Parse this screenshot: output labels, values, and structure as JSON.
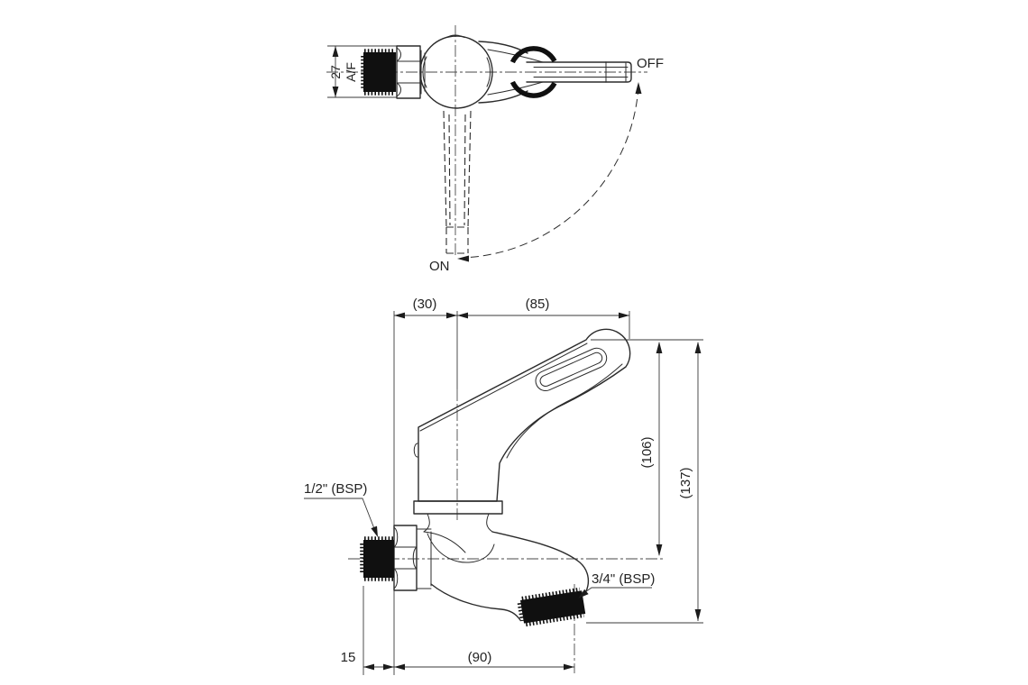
{
  "top_view": {
    "dim_af": "27",
    "dim_af_label": "A/F",
    "off_label": "OFF",
    "on_label": "ON"
  },
  "side_view": {
    "dim_body_offset": "(30)",
    "dim_handle_reach": "(85)",
    "dim_height_to_inlet_axis": "(106)",
    "dim_overall_height": "(137)",
    "dim_inlet_thread_length": "15",
    "dim_spout_reach": "(90)",
    "inlet_thread_label": "1/2\" (BSP)",
    "outlet_thread_label": "3/4\" (BSP)"
  }
}
